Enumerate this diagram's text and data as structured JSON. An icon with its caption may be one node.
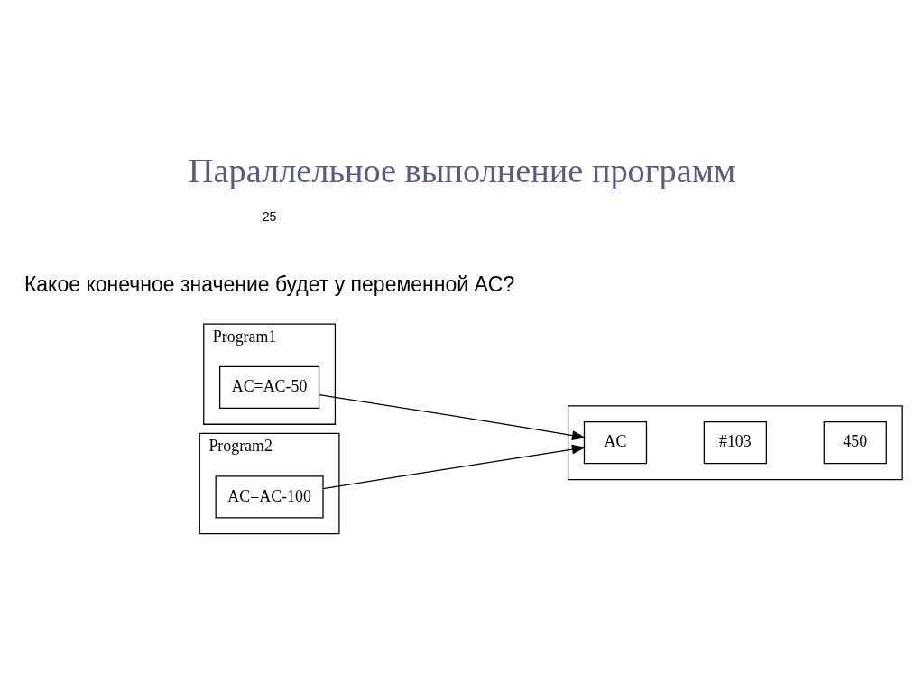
{
  "diagram": {
    "title": "Параллельное выполнение программ",
    "nodes": [
      {
        "text": [
          "Program1"
        ]
      },
      {
        "text": [
          "AC=AC-50"
        ],
        "in": 0
      },
      {
        "text": [
          "Program2"
        ]
      },
      {
        "text": [
          "AC=AC-100"
        ],
        "in": 2
      },
      {
        "text": [],
        "shape": "box"
      },
      {
        "text": [
          "AC"
        ],
        "in": 4
      },
      {
        "text": [
          "#103"
        ],
        "in": 4
      },
      {
        "text": [
          "450"
        ],
        "in": 4
      }
    ],
    "edges": [
      {
        "from": 1,
        "to": 5,
        "arrow": "to"
      },
      {
        "from": 3,
        "to": 5,
        "arrow": "to"
      }
    ],
    "labels": [
      "Какое конечное значение будет у переменной AC?",
      "25"
    ]
  }
}
